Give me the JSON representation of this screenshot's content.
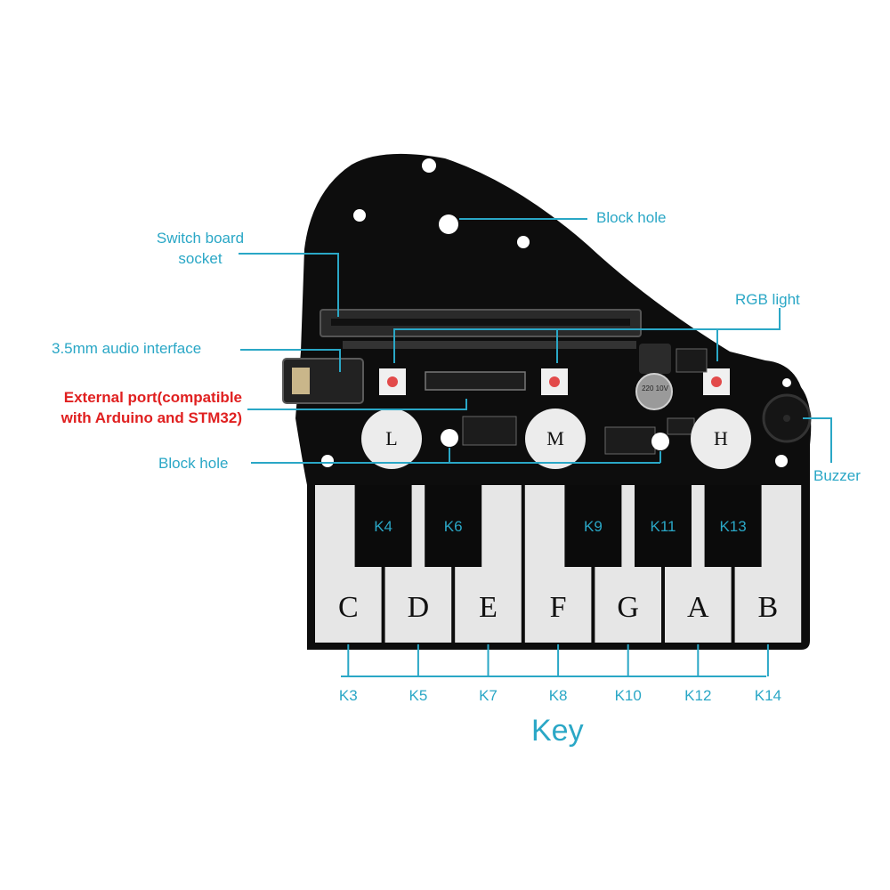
{
  "colors": {
    "label": "#2aa7c6",
    "label_alert": "#e02020",
    "board": "#0d0d0d",
    "line": "#2aa7c6"
  },
  "labels": {
    "block_hole_top": "Block hole",
    "switch_board_socket_1": "Switch board",
    "switch_board_socket_2": "socket",
    "rgb_light": "RGB light",
    "audio_interface": "3.5mm audio interface",
    "external_port_1": "External port(compatible",
    "external_port_2": "with Arduino and STM32)",
    "block_hole_bottom": "Block hole",
    "buzzer": "Buzzer",
    "key_title": "Key"
  },
  "touch_pads": [
    "L",
    "M",
    "H"
  ],
  "white_keys": [
    {
      "note": "C",
      "id": "K3"
    },
    {
      "note": "D",
      "id": "K5"
    },
    {
      "note": "E",
      "id": "K7"
    },
    {
      "note": "F",
      "id": "K8"
    },
    {
      "note": "G",
      "id": "K10"
    },
    {
      "note": "A",
      "id": "K12"
    },
    {
      "note": "B",
      "id": "K14"
    }
  ],
  "black_keys": [
    "K4",
    "K6",
    "K9",
    "K11",
    "K13"
  ],
  "board_text": {
    "capacitor": "220 10V"
  }
}
